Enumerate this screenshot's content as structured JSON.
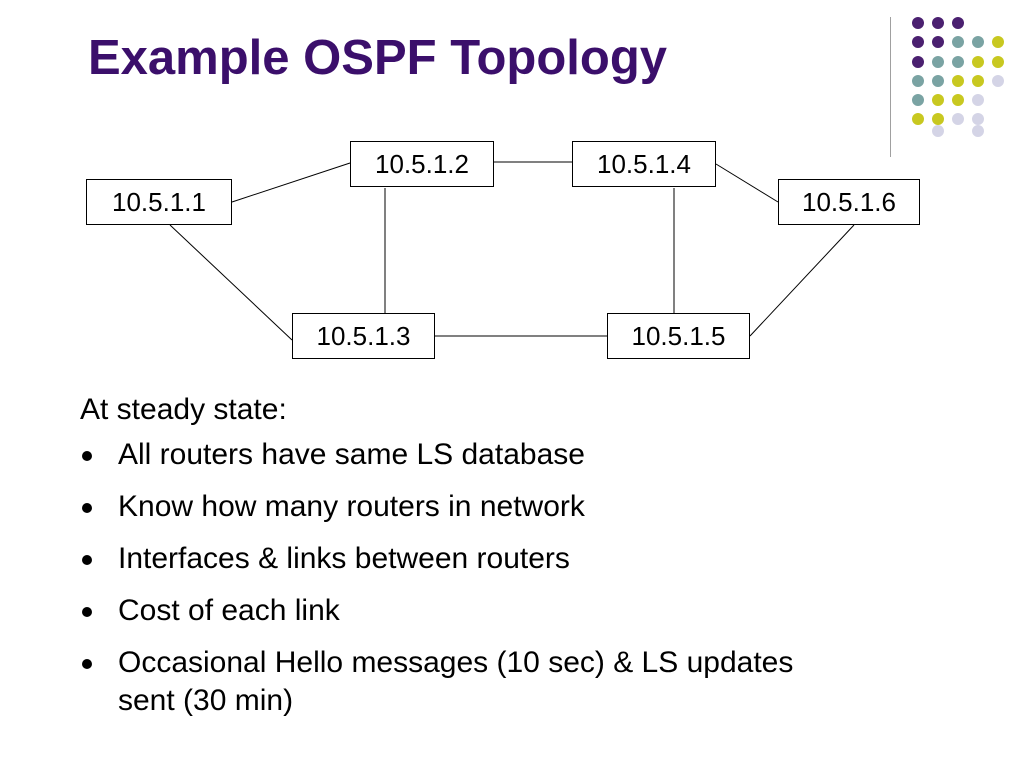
{
  "slide": {
    "title": "Example OSPF Topology"
  },
  "colors": {
    "title": "#3b0f6b",
    "dot_purple": "#4b2070",
    "dot_teal": "#7aa3a3",
    "dot_yellow": "#c8c820",
    "dot_lavender": "#d4d4e6"
  },
  "topology": {
    "routers": [
      {
        "id": "r1",
        "label": "10.5.1.1"
      },
      {
        "id": "r2",
        "label": "10.5.1.2"
      },
      {
        "id": "r3",
        "label": "10.5.1.3"
      },
      {
        "id": "r4",
        "label": "10.5.1.4"
      },
      {
        "id": "r5",
        "label": "10.5.1.5"
      },
      {
        "id": "r6",
        "label": "10.5.1.6"
      }
    ],
    "links": [
      [
        "r1",
        "r2"
      ],
      [
        "r1",
        "r3"
      ],
      [
        "r2",
        "r3"
      ],
      [
        "r2",
        "r4"
      ],
      [
        "r3",
        "r5"
      ],
      [
        "r4",
        "r5"
      ],
      [
        "r4",
        "r6"
      ],
      [
        "r5",
        "r6"
      ]
    ]
  },
  "content": {
    "intro": "At steady state:",
    "bullets": [
      "All routers have same LS database",
      "Know how many routers in network",
      "Interfaces & links between routers",
      "Cost of each link",
      "Occasional Hello messages (10 sec) & LS updates sent (30 min)"
    ]
  }
}
